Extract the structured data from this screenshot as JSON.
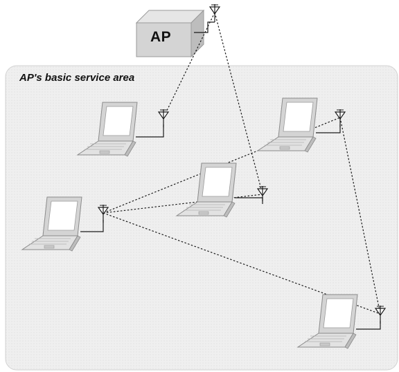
{
  "diagram": {
    "area_label": "AP's basic service area",
    "access_point": {
      "label": "AP",
      "icon": "access-point-box-icon"
    },
    "stations": [
      {
        "id": "laptop-1",
        "icon": "laptop-icon"
      },
      {
        "id": "laptop-2",
        "icon": "laptop-icon"
      },
      {
        "id": "laptop-3",
        "icon": "laptop-icon"
      },
      {
        "id": "laptop-4",
        "icon": "laptop-icon"
      },
      {
        "id": "laptop-5",
        "icon": "laptop-icon"
      }
    ],
    "links": [
      {
        "from": "access-point",
        "to": "laptop-1"
      },
      {
        "from": "access-point",
        "to": "laptop-3"
      },
      {
        "from": "laptop-2",
        "to": "laptop-3"
      },
      {
        "from": "laptop-2",
        "to": "laptop-4"
      },
      {
        "from": "laptop-4",
        "to": "laptop-5"
      },
      {
        "from": "laptop-2",
        "to": "laptop-5"
      }
    ],
    "colors": {
      "area_fill": "#efefef",
      "area_stroke": "#d2d2d2",
      "device_fill": "#d4d4d4",
      "screen_fill": "#ffffff",
      "line": "#1a1a1a"
    }
  }
}
